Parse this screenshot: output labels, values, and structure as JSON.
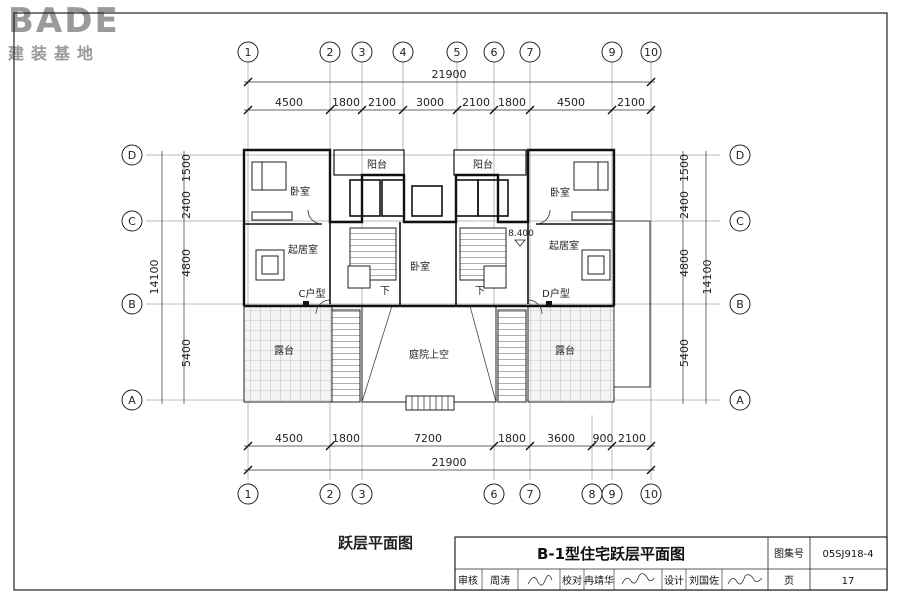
{
  "brand": {
    "name": "BADE",
    "subtitle": "建装基地"
  },
  "drawing_title": "跃层平面图",
  "axis_labels": {
    "top": [
      "1",
      "2",
      "3",
      "4",
      "5",
      "6",
      "7",
      "9",
      "10"
    ],
    "bottom": [
      "1",
      "2",
      "3",
      "6",
      "7",
      "8",
      "9",
      "10"
    ],
    "rows": [
      "D",
      "C",
      "B",
      "A"
    ]
  },
  "dimensions": {
    "top_total": "21900",
    "top_segments": [
      "4500",
      "1800",
      "2100",
      "3000",
      "2100",
      "1800",
      "4500",
      "2100"
    ],
    "bottom_segments": [
      "4500",
      "1800",
      "7200",
      "1800",
      "3600",
      "900",
      "2100"
    ],
    "bottom_total": "21900",
    "left_upper": [
      "1500",
      "2400",
      "4800"
    ],
    "left_total": "14100",
    "left_lower": "5400",
    "right_upper": [
      "1500",
      "2400",
      "4800"
    ],
    "right_total": "14100",
    "right_lower": "5400"
  },
  "rooms": {
    "bedroom": "卧室",
    "balcony": "阳台",
    "living": "起居室",
    "terrace": "露台",
    "courtyard": "庭院上空",
    "unit_c": "C户型",
    "unit_d": "D户型",
    "down": "下",
    "elevation": "8.400"
  },
  "title_block": {
    "title": "B-1型住宅跃层平面图",
    "atlas_label": "图集号",
    "atlas_no": "05SJ918-4",
    "review_label": "审核",
    "review_name": "周涛",
    "check_label": "校对",
    "check_name": "冉靖华",
    "design_label": "设计",
    "design_name": "刘国佐",
    "page_label": "页",
    "page_no": "17"
  }
}
